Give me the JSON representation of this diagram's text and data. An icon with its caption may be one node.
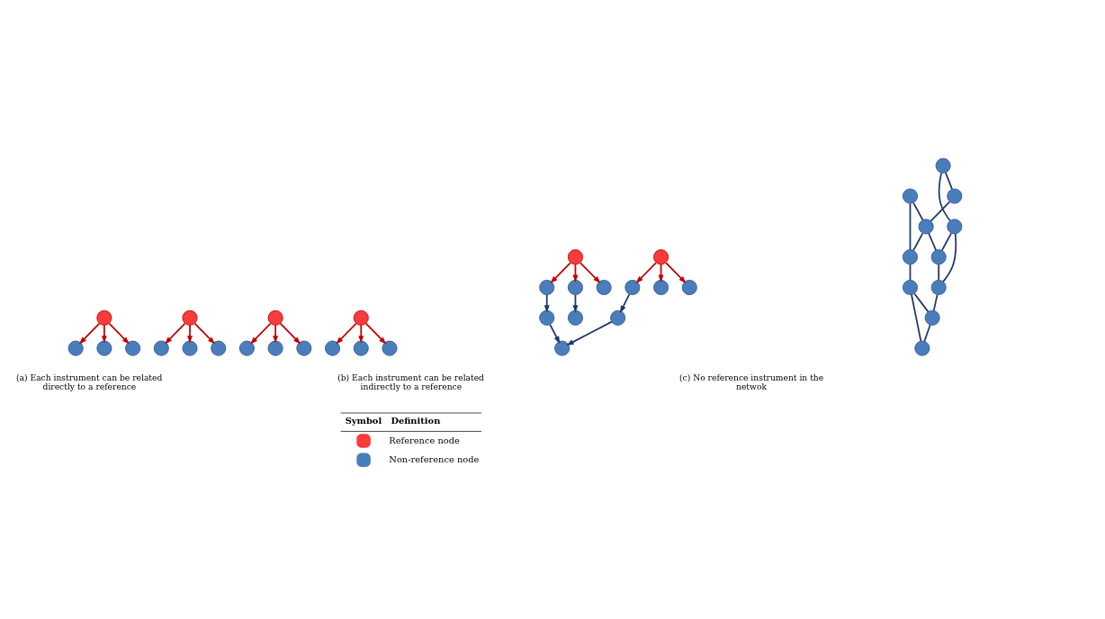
{
  "diagram": {
    "nodes": [
      {
        "text": [],
        "shape": "circle"
      },
      {
        "text": [],
        "shape": "circle"
      },
      {
        "text": [],
        "shape": "circle"
      },
      {
        "text": [],
        "shape": "circle"
      },
      {
        "text": [],
        "shape": "circle"
      },
      {
        "text": [],
        "shape": "circle"
      },
      {
        "text": [],
        "shape": "circle"
      },
      {
        "text": [],
        "shape": "circle"
      },
      {
        "text": [],
        "shape": "circle"
      },
      {
        "text": [],
        "shape": "circle"
      },
      {
        "text": [],
        "shape": "circle"
      },
      {
        "text": [],
        "shape": "circle"
      },
      {
        "text": [],
        "shape": "circle"
      },
      {
        "text": [],
        "shape": "circle"
      },
      {
        "text": [],
        "shape": "circle"
      },
      {
        "text": [],
        "shape": "circle"
      },
      {
        "text": [],
        "shape": "circle"
      },
      {
        "text": [],
        "shape": "circle"
      },
      {
        "text": [],
        "shape": "circle"
      },
      {
        "text": [],
        "shape": "circle"
      },
      {
        "text": [],
        "shape": "circle"
      },
      {
        "text": [],
        "shape": "circle"
      },
      {
        "text": [],
        "shape": "circle"
      },
      {
        "text": [],
        "shape": "circle"
      },
      {
        "text": [],
        "shape": "circle"
      },
      {
        "text": [],
        "shape": "circle"
      },
      {
        "text": [],
        "shape": "circle"
      },
      {
        "text": [],
        "shape": "circle"
      },
      {
        "text": [],
        "shape": "circle"
      },
      {
        "text": [],
        "shape": "circle"
      },
      {
        "text": [],
        "shape": "circle"
      },
      {
        "text": [],
        "shape": "circle"
      },
      {
        "text": [],
        "shape": "circle"
      },
      {
        "text": [],
        "shape": "circle"
      },
      {
        "text": [],
        "shape": "circle"
      },
      {
        "text": [],
        "shape": "circle"
      },
      {
        "text": [],
        "shape": "circle"
      },
      {
        "text": [],
        "shape": "circle"
      },
      {
        "text": [],
        "shape": "circle"
      }
    ],
    "edges": [
      {
        "from": 2,
        "to": 0,
        "arrow": "to",
        "color": "#c00000"
      },
      {
        "from": 2,
        "to": 1,
        "arrow": "to",
        "color": "#c00000"
      },
      {
        "from": 2,
        "to": 3,
        "arrow": "to",
        "color": "#c00000"
      },
      {
        "from": 5,
        "to": 4,
        "arrow": "to",
        "color": "#c00000"
      },
      {
        "from": 5,
        "to": 6,
        "arrow": "to",
        "color": "#c00000"
      },
      {
        "from": 5,
        "to": 7,
        "arrow": "to",
        "color": "#c00000"
      },
      {
        "from": 9,
        "to": 8,
        "arrow": "to",
        "color": "#c00000"
      },
      {
        "from": 9,
        "to": 10,
        "arrow": "to",
        "color": "#c00000"
      },
      {
        "from": 9,
        "to": 11,
        "arrow": "to",
        "color": "#c00000"
      },
      {
        "from": 13,
        "to": 12,
        "arrow": "to",
        "color": "#c00000"
      },
      {
        "from": 13,
        "to": 14,
        "arrow": "to",
        "color": "#c00000"
      },
      {
        "from": 13,
        "to": 15,
        "arrow": "to",
        "color": "#c00000"
      },
      {
        "from": 18,
        "to": 16,
        "arrow": "to"
      },
      {
        "from": 21,
        "to": 16,
        "arrow": "to"
      },
      {
        "from": 19,
        "to": 18,
        "arrow": "to"
      },
      {
        "from": 20,
        "to": 19,
        "arrow": "to",
        "color": "#c00000"
      },
      {
        "from": 20,
        "to": 17,
        "arrow": "to",
        "color": "#c00000"
      },
      {
        "from": 20,
        "to": 22,
        "arrow": "to",
        "color": "#c00000"
      },
      {
        "from": 23,
        "to": 21,
        "arrow": "to"
      },
      {
        "from": 24,
        "to": 23,
        "arrow": "to",
        "color": "#c00000"
      },
      {
        "from": 24,
        "to": 25,
        "arrow": "to",
        "color": "#c00000"
      },
      {
        "from": 24,
        "to": 26,
        "arrow": "to",
        "color": "#c00000"
      },
      {
        "from": 26,
        "to": 27,
        "arrow": "to"
      },
      {
        "from": 28,
        "to": 29,
        "arrow": "none"
      },
      {
        "from": 28,
        "to": 32,
        "arrow": "none"
      },
      {
        "from": 29,
        "to": 31,
        "arrow": "none"
      },
      {
        "from": 30,
        "to": 31,
        "arrow": "none"
      },
      {
        "from": 30,
        "to": 33,
        "arrow": "none"
      },
      {
        "from": 31,
        "to": 33,
        "arrow": "none"
      },
      {
        "from": 31,
        "to": 34,
        "arrow": "none"
      },
      {
        "from": 32,
        "to": 34,
        "arrow": "none"
      },
      {
        "from": 32,
        "to": 36,
        "arrow": "none"
      },
      {
        "from": 34,
        "to": 36,
        "arrow": "none"
      },
      {
        "from": 33,
        "to": 35,
        "arrow": "none"
      },
      {
        "from": 35,
        "to": 37,
        "arrow": "none"
      },
      {
        "from": 35,
        "to": 38,
        "arrow": "none"
      },
      {
        "from": 36,
        "to": 37,
        "arrow": "none"
      },
      {
        "from": 37,
        "to": 38,
        "arrow": "none"
      }
    ],
    "labels": [
      "(a) Each instrument can be related directly to a reference",
      "(b) Each instrument can be related indirectly to a reference",
      "(c) No reference instrument in the netwok",
      "Symbol",
      "Definition"
    ],
    "legend": [
      {
        "text": "Reference node",
        "color": "#f83c3c"
      },
      {
        "text": "Non-reference node",
        "color": "#4a7ebb"
      }
    ]
  }
}
